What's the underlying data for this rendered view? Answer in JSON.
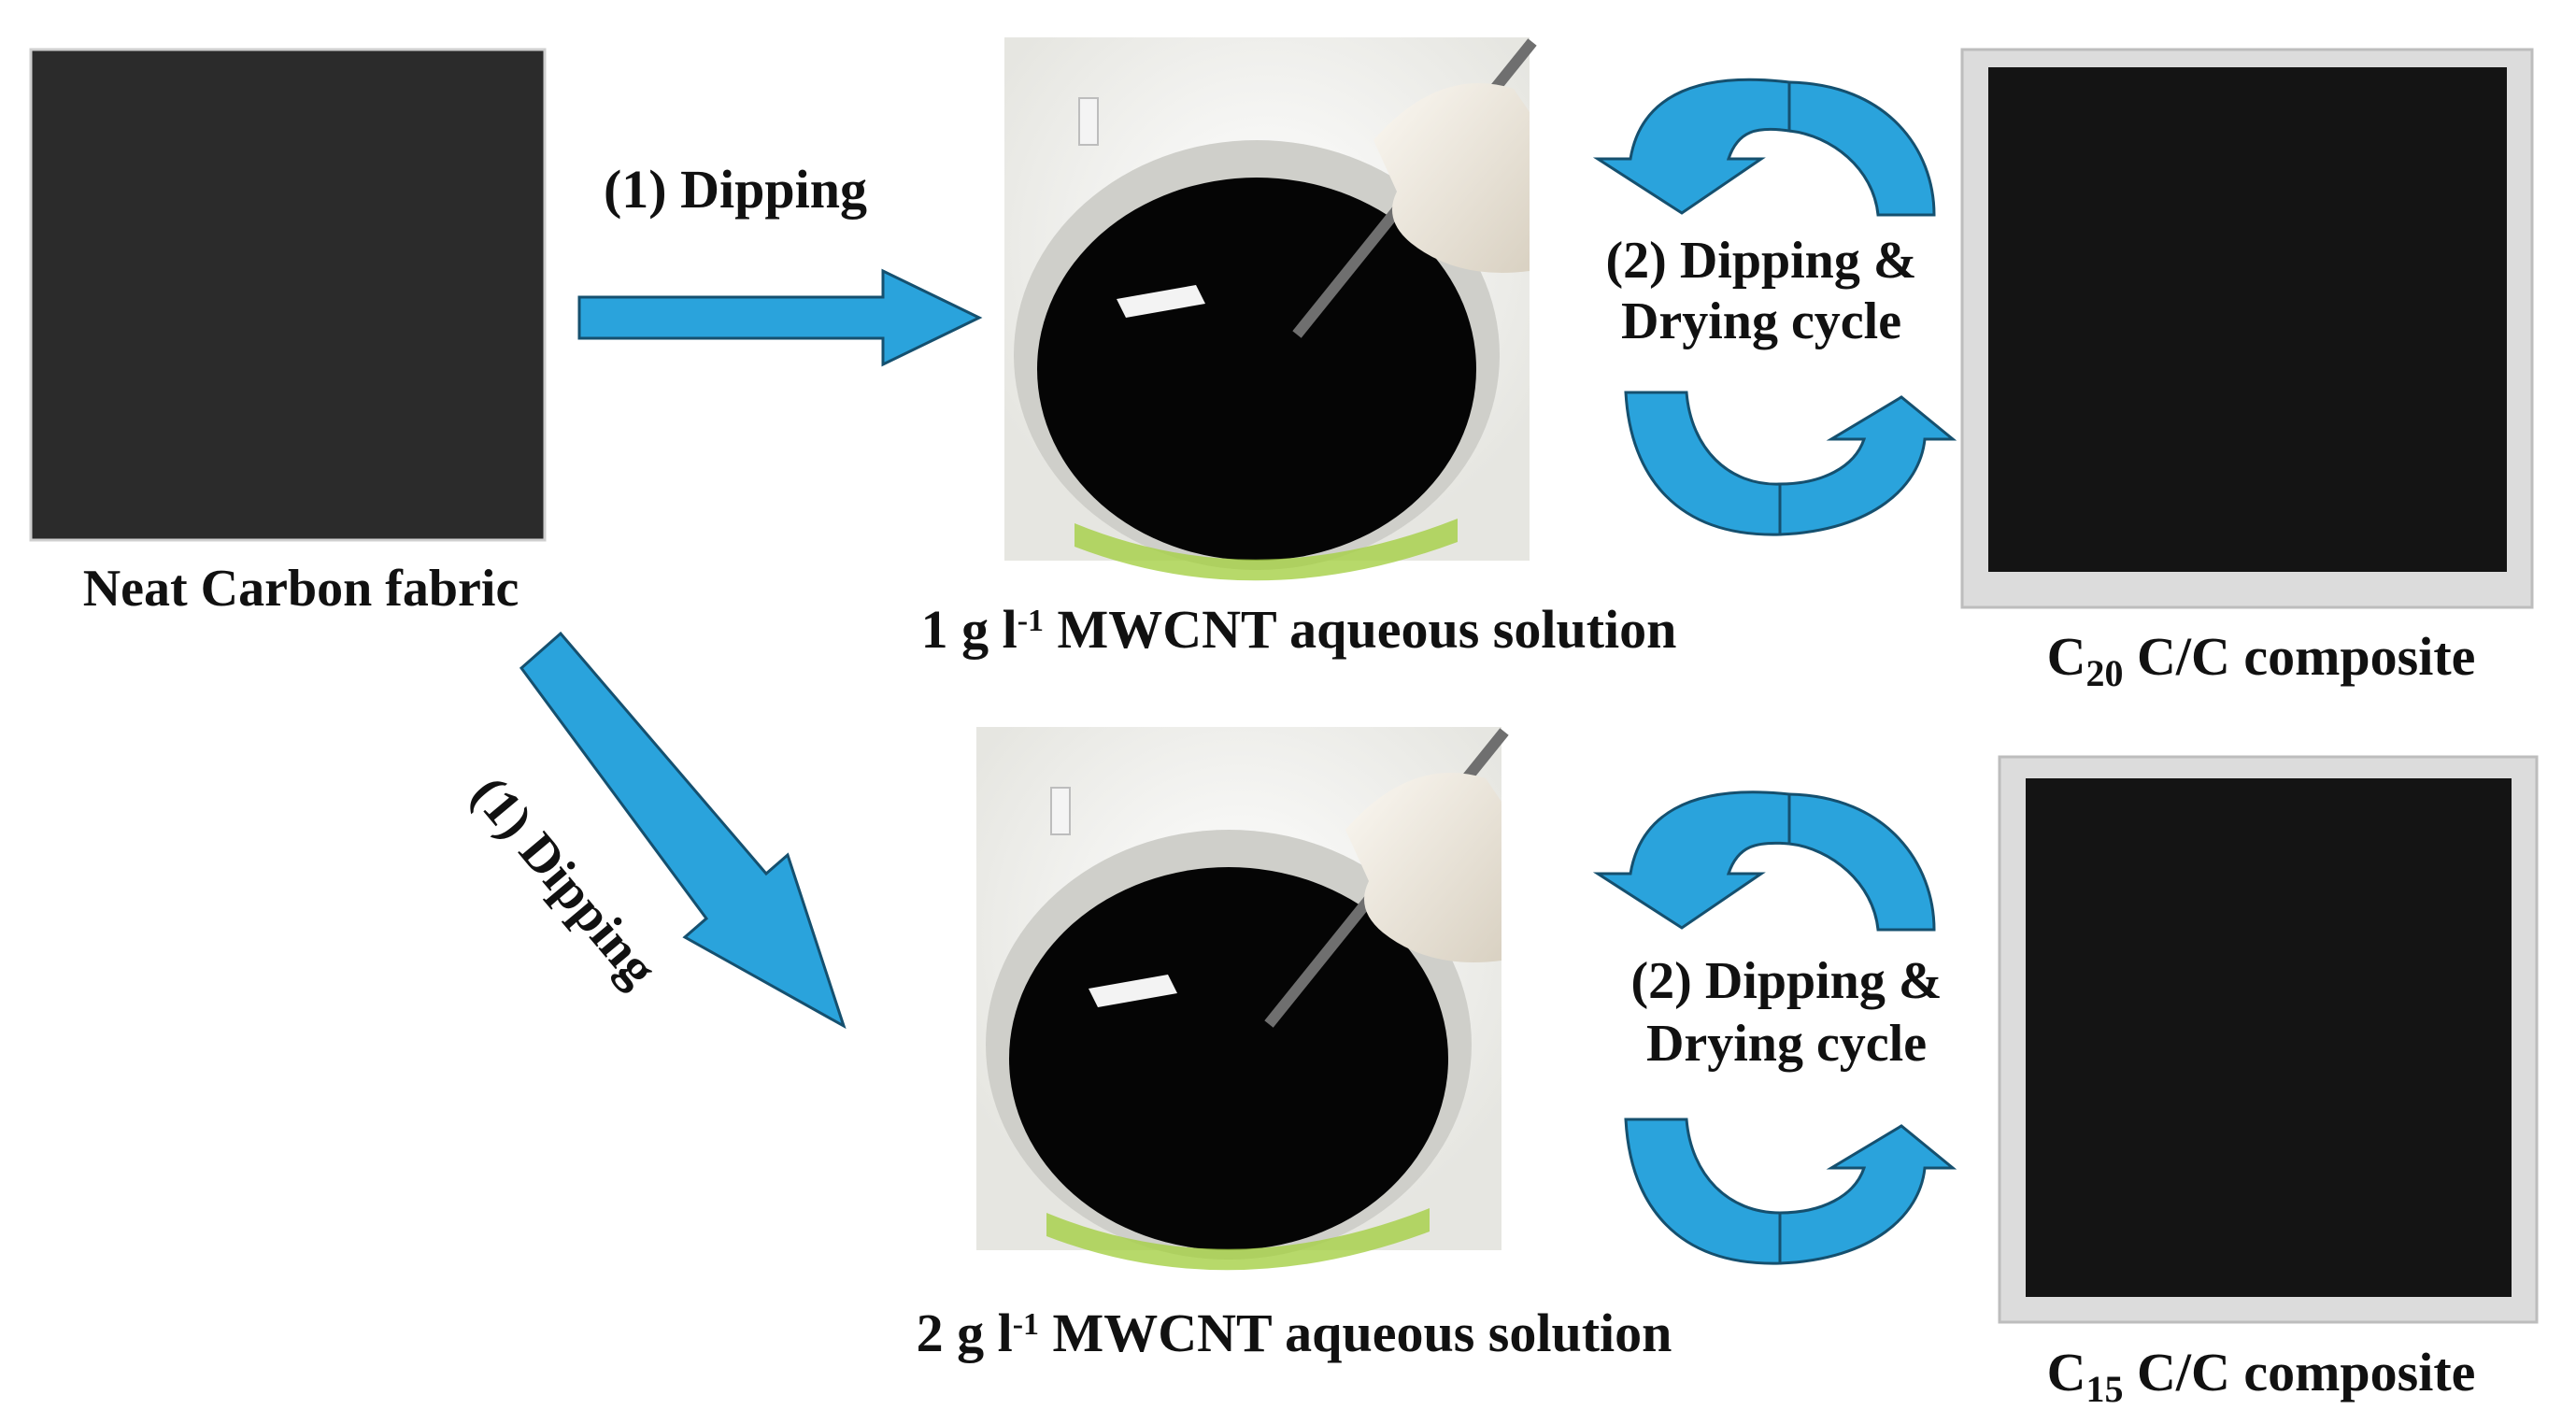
{
  "colors": {
    "arrow_fill": "#2aa3dc",
    "arrow_stroke": "#15506f",
    "fabric_dark": "#1a1a1a",
    "fabric_border": "#bdbdbd",
    "solution_black": "#050505",
    "glove": "#f1ece2",
    "beaker_rim": "#d6d6d2",
    "green_tint": "#9bc93c"
  },
  "labels": {
    "neat_fabric": "Neat Carbon fabric",
    "step1_top": "(1) Dipping",
    "step1_diag": "(1) Dipping",
    "solution_top_prefix": "1 g l",
    "solution_bottom_prefix": "2 g l",
    "solution_superscript": "-1",
    "solution_suffix": " MWCNT aqueous solution",
    "cycle_line1": "(2) Dipping &",
    "cycle_line2": "Drying cycle",
    "c20_main": "C",
    "c20_sub": "20",
    "c15_sub": "15",
    "composite_suffix": " C/C composite"
  },
  "icons": {
    "straight_arrow": "right-arrow-icon",
    "diagonal_arrow": "diagonal-arrow-icon",
    "cycle_arrows": "cycle-arrows-icon"
  }
}
